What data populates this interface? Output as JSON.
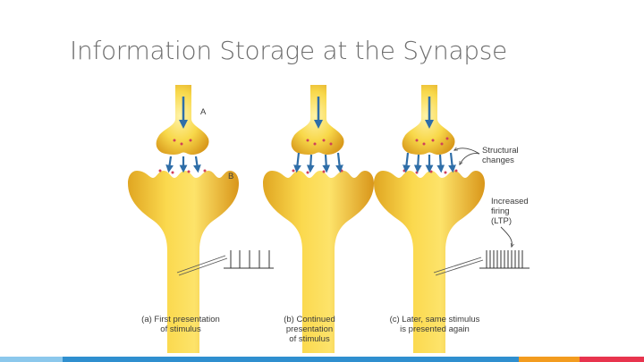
{
  "slide": {
    "title": "Information Storage at the Synapse"
  },
  "figure": {
    "label_a": "A",
    "label_b": "B",
    "structural_changes": [
      "Structural",
      "changes"
    ],
    "increased_firing": [
      "Increased",
      "firing",
      "(LTP)"
    ],
    "captions": [
      [
        "(a) First presentation",
        "of stimulus"
      ],
      [
        "(b) Continued",
        "presentation",
        "of stimulus"
      ],
      [
        "(c) Later, same stimulus",
        "is presented again"
      ]
    ]
  },
  "colors": {
    "neuron_light": "#fde36a",
    "neuron_mid": "#f4c430",
    "neuron_dark": "#d99a1c",
    "arrow": "#2f6ea8",
    "title": "#6e6e6e",
    "footer": [
      "#8cc8ec",
      "#2f8fcf",
      "#f39c1f",
      "#e8344e"
    ]
  }
}
